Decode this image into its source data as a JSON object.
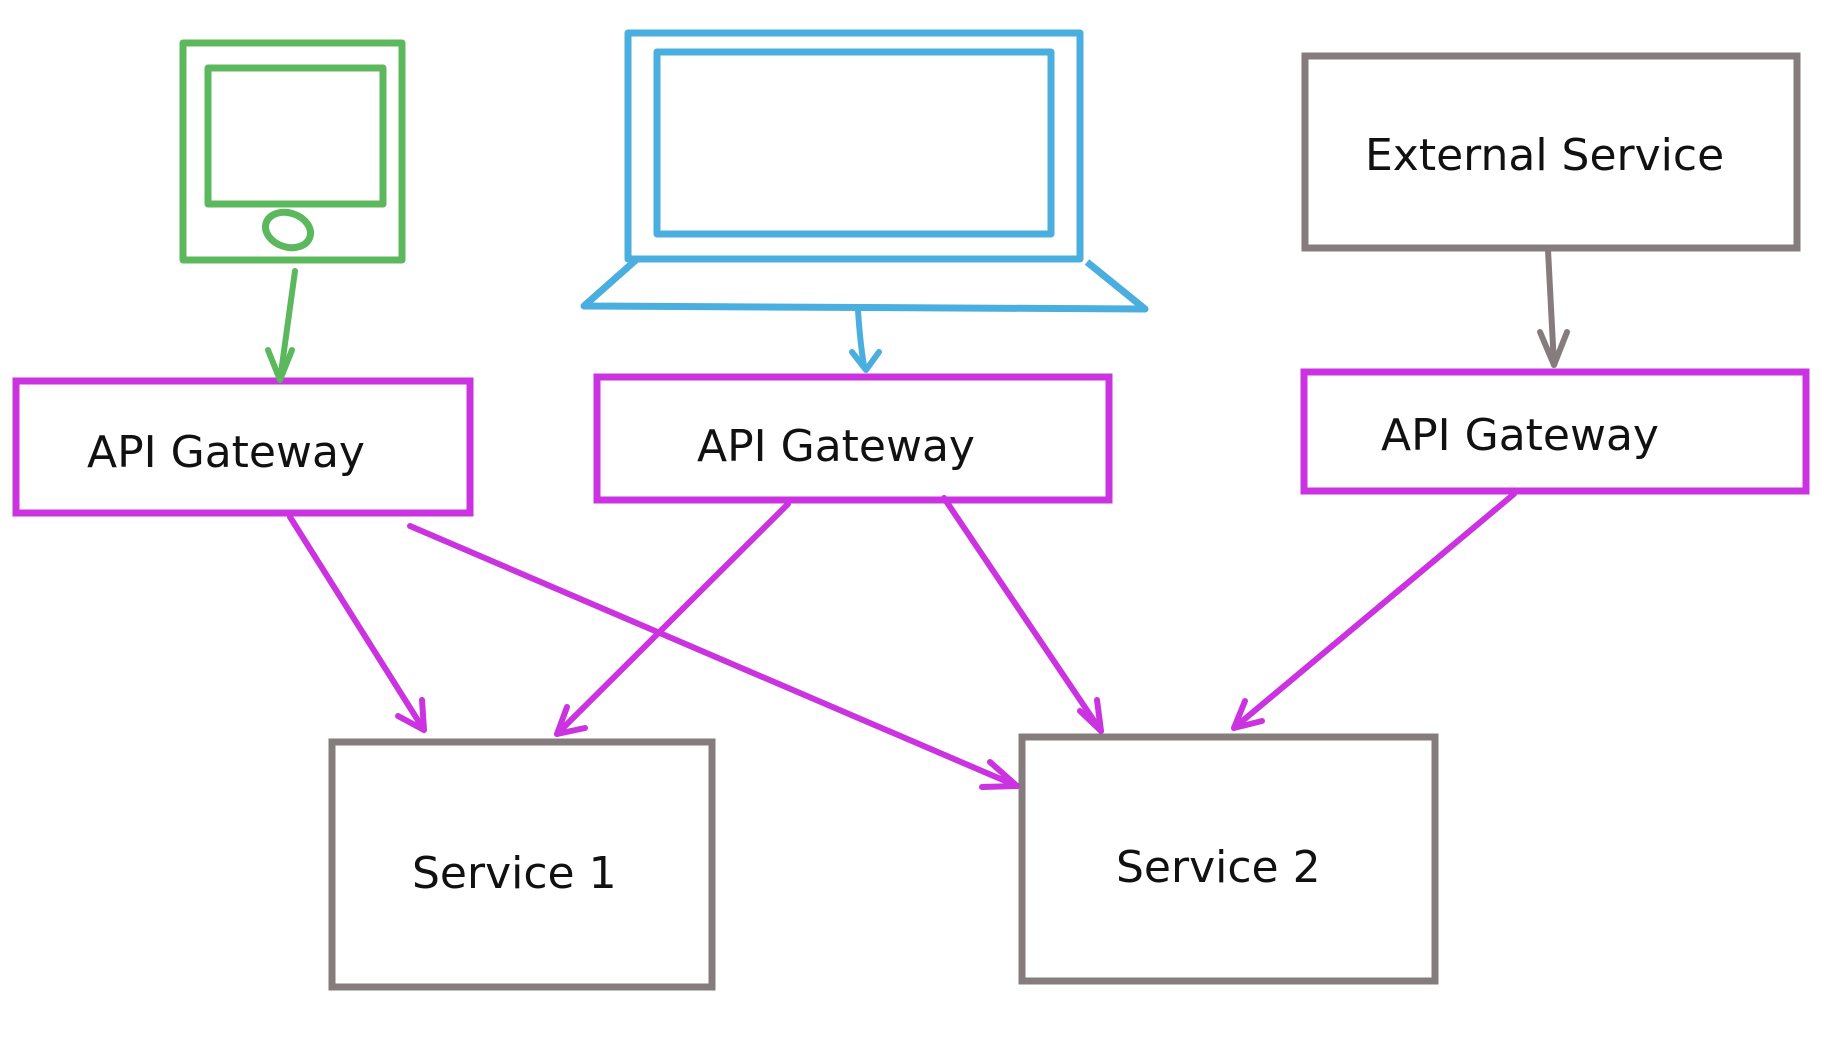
{
  "colors": {
    "tablet": "#5cb85c",
    "laptop": "#4aafde",
    "gateway": "#cc33e0",
    "service": "#857d7d",
    "text": "#111111"
  },
  "nodes": {
    "gateway_left": {
      "label": "API Gateway"
    },
    "gateway_center": {
      "label": "API Gateway"
    },
    "gateway_right": {
      "label": "API Gateway"
    },
    "external_service": {
      "label": "External Service"
    },
    "service_1": {
      "label": "Service 1"
    },
    "service_2": {
      "label": "Service 2"
    }
  },
  "devices": [
    {
      "kind": "tablet",
      "icon": "tablet-icon"
    },
    {
      "kind": "laptop",
      "icon": "laptop-icon"
    }
  ],
  "edges": [
    {
      "from": "tablet",
      "to": "gateway_left"
    },
    {
      "from": "laptop",
      "to": "gateway_center"
    },
    {
      "from": "external_service",
      "to": "gateway_right"
    },
    {
      "from": "gateway_left",
      "to": "service_1"
    },
    {
      "from": "gateway_left",
      "to": "service_2"
    },
    {
      "from": "gateway_center",
      "to": "service_1"
    },
    {
      "from": "gateway_center",
      "to": "service_2"
    },
    {
      "from": "gateway_right",
      "to": "service_2"
    }
  ]
}
